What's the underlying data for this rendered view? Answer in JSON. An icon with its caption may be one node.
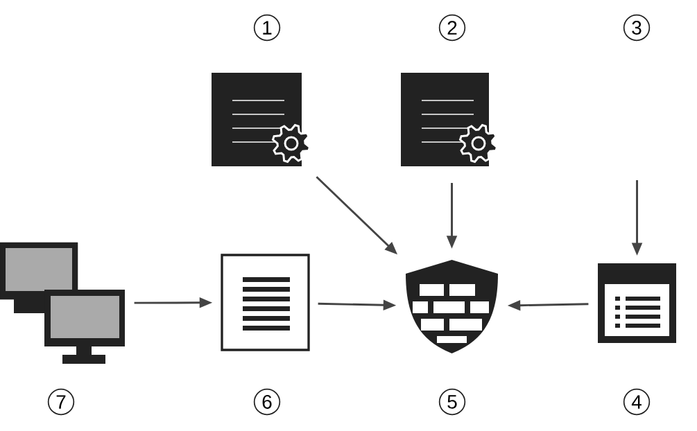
{
  "diagram": {
    "nodes": [
      {
        "text": [],
        "shape": "picture"
      },
      {
        "text": [],
        "shape": "picture"
      },
      {
        "text": [],
        "shape": "picture"
      },
      {
        "text": [],
        "shape": "picture"
      },
      {
        "text": [],
        "shape": "picture"
      },
      {
        "text": [],
        "shape": "picture"
      }
    ],
    "edges": [
      {
        "from": 0,
        "to": 4,
        "arrow": "to"
      },
      {
        "from": 1,
        "to": 4,
        "arrow": "to"
      },
      {
        "from": null,
        "to": 5,
        "arrow": "to"
      },
      {
        "from": 2,
        "to": 3,
        "arrow": "to"
      },
      {
        "from": 3,
        "to": 4,
        "arrow": "to"
      },
      {
        "from": 5,
        "to": 4,
        "arrow": "to"
      }
    ],
    "labels": [
      "1",
      "2",
      "3",
      "7",
      "6",
      "5",
      "4"
    ]
  }
}
